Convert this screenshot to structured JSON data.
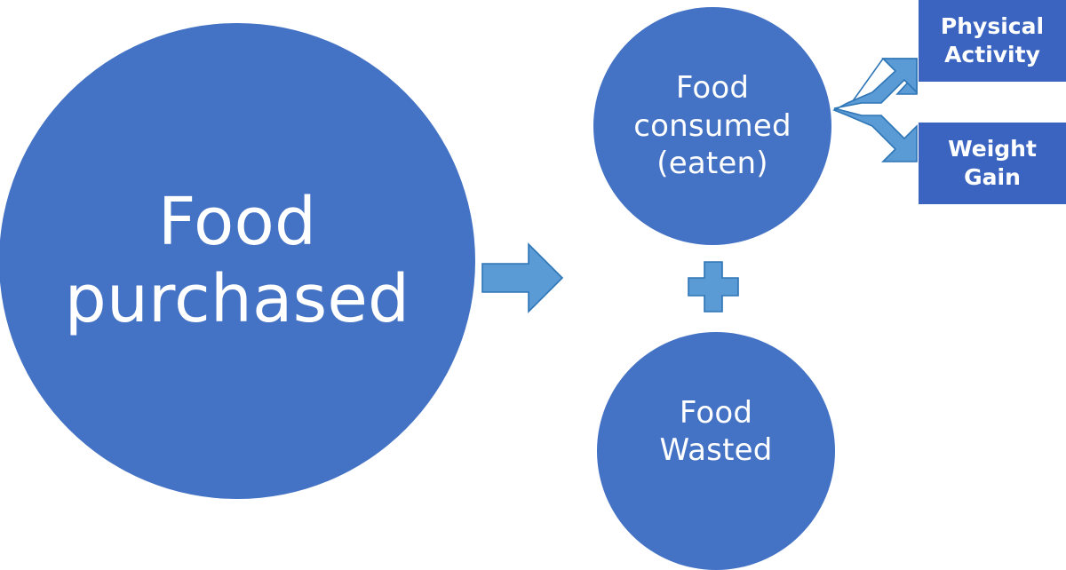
{
  "diagram": {
    "title": "Food purchased flow: consumed vs wasted, leading to physical activity or weight gain",
    "colors": {
      "circle_fill": "#4472C4",
      "box_fill": "#3A64C0",
      "arrow_fill": "#5B9BD5",
      "arrow_stroke": "#2E75B6",
      "text": "#FFFFFF",
      "background": "#FFFFFF"
    },
    "nodes": {
      "food_purchased": {
        "label": "Food\npurchased",
        "shape": "circle"
      },
      "food_consumed": {
        "label": "Food\nconsumed\n(eaten)",
        "shape": "circle"
      },
      "food_wasted": {
        "label": "Food\nWasted",
        "shape": "circle"
      },
      "physical_activity": {
        "label": "Physical\nActivity",
        "shape": "rectangle"
      },
      "weight_gain": {
        "label": "Weight\nGain",
        "shape": "rectangle"
      }
    },
    "connectors": {
      "right_arrow": {
        "name": "right-arrow",
        "from": "food_purchased",
        "to": "food_consumed_and_food_wasted"
      },
      "plus_sign": {
        "name": "plus-sign",
        "meaning": "plus"
      },
      "split_arrow": {
        "name": "split-arrow",
        "from": "food_consumed",
        "to": "physical_activity_and_weight_gain"
      }
    }
  }
}
